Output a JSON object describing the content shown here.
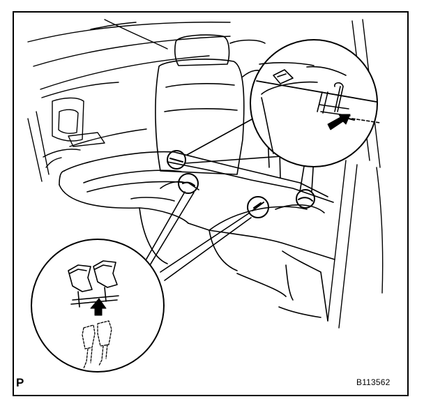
{
  "panel_letter": "P",
  "figure_code": "B113562",
  "stroke_color": "#000000",
  "background_color": "#ffffff",
  "callouts": [
    {
      "name": "upper-right-detail",
      "depicts": "seatback-lock-hook-and-arrow"
    },
    {
      "name": "lower-left-detail",
      "depicts": "seat-belt-buckles-and-arrow"
    }
  ]
}
